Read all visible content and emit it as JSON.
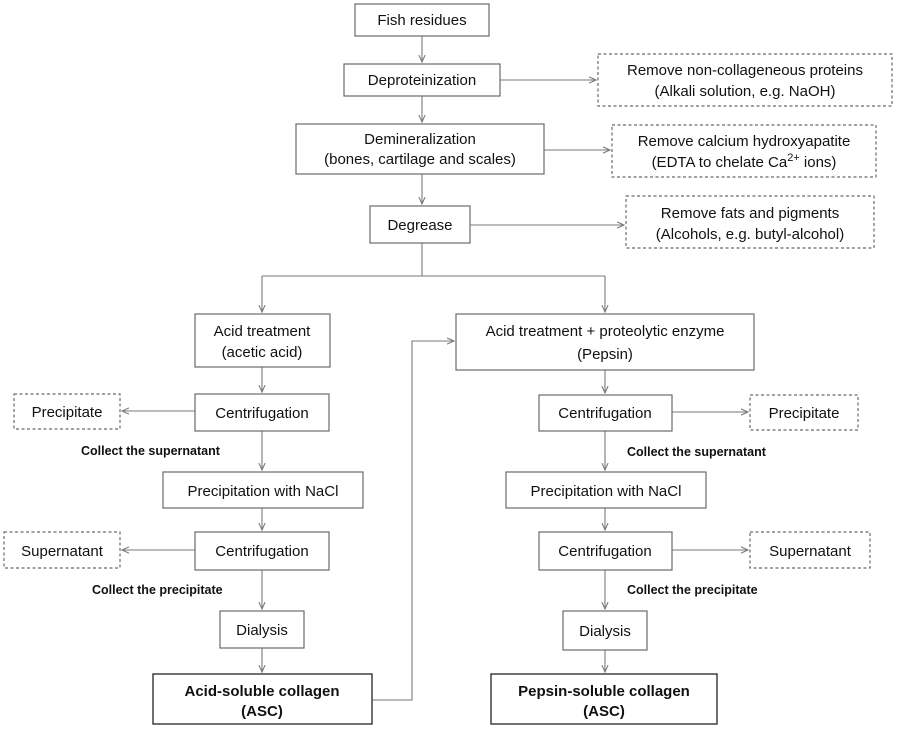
{
  "nodes": {
    "fish_residues": "Fish residues",
    "deproteinization": "Deproteinization",
    "demineralization_line1": "Demineralization",
    "demineralization_line2": "(bones, cartilage and scales)",
    "degrease": "Degrease",
    "remove_proteins_line1": "Remove non-collageneous proteins",
    "remove_proteins_line2": "(Alkali solution, e.g. NaOH)",
    "remove_calcium_line1": "Remove calcium hydroxyapatite",
    "remove_calcium_line2_pre": "(EDTA to chelate Ca",
    "remove_calcium_line2_sup": "2+",
    "remove_calcium_line2_post": " ions)",
    "remove_fats_line1": "Remove fats and pigments",
    "remove_fats_line2": "(Alcohols, e.g. butyl-alcohol)"
  },
  "left_branch": {
    "acid_treatment_line1": "Acid treatment",
    "acid_treatment_line2": "(acetic acid)",
    "centrifugation_1": "Centrifugation",
    "precipitate": "Precipitate",
    "collect_supernatant": "Collect the supernatant",
    "precipitation_nacl": "Precipitation with NaCl",
    "centrifugation_2": "Centrifugation",
    "supernatant": "Supernatant",
    "collect_precipitate": "Collect the precipitate",
    "dialysis": "Dialysis",
    "final_line1": "Acid-soluble collagen",
    "final_line2": "(ASC)"
  },
  "right_branch": {
    "acid_enzyme_line1": "Acid treatment + proteolytic enzyme",
    "acid_enzyme_line2": "(Pepsin)",
    "centrifugation_1": "Centrifugation",
    "precipitate": "Precipitate",
    "collect_supernatant": "Collect the supernatant",
    "precipitation_nacl": "Precipitation with NaCl",
    "centrifugation_2": "Centrifugation",
    "supernatant": "Supernatant",
    "collect_precipitate": "Collect the precipitate",
    "dialysis": "Dialysis",
    "final_line1": "Pepsin-soluble collagen",
    "final_line2": "(ASC)"
  }
}
